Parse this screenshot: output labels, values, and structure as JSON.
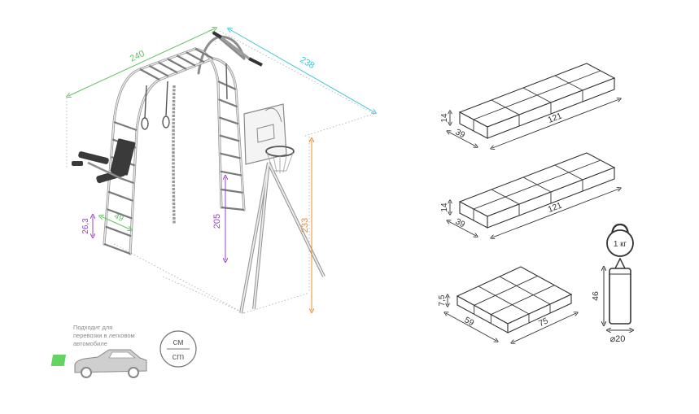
{
  "colors": {
    "width_dim": "#62c462",
    "depth_dim": "#3cc6d6",
    "height_dim": "#9b3fc8",
    "hoop_dim": "#f08a24",
    "line": "#2a2a2a",
    "frame": "#9a9a9a",
    "text_gray": "#8a8a8a"
  },
  "complex": {
    "width": "240",
    "depth": "238",
    "ladder_height": "205",
    "hoop_height": "233",
    "rung_step": "26,3",
    "ladder_width": "49"
  },
  "packages": [
    {
      "height": "14",
      "width": "39",
      "length": "121"
    },
    {
      "height": "14",
      "width": "39",
      "length": "121"
    },
    {
      "height": "7,5",
      "width": "59",
      "length": "75"
    }
  ],
  "accessories": {
    "kettlebell": "1 кг",
    "bag_height": "46",
    "bag_diameter": "⌀20"
  },
  "transport_note": [
    "Подходит для",
    "перевозки в легковом",
    "автомобиле"
  ],
  "units": {
    "ru": "см",
    "en": "cm"
  },
  "icons": [
    "car-icon",
    "kettlebell-icon",
    "punching-bag-icon"
  ]
}
